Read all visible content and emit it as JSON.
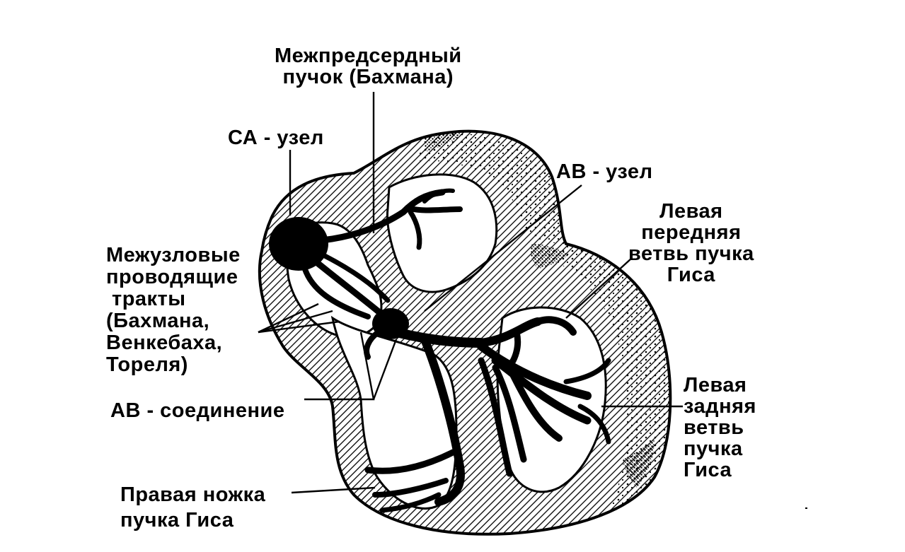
{
  "diagram": {
    "labels": {
      "bachmann_bundle": [
        "Межпредсердный",
        "пучок (Бахмана)"
      ],
      "sa_node": [
        "СА - узел"
      ],
      "av_node": [
        "АВ - узел"
      ],
      "left_anterior": [
        "Левая",
        "передняя",
        "ветвь пучка",
        "Гиса"
      ],
      "internodal": [
        "Межузловые",
        "проводящие",
        "тракты",
        "(Бахмана,",
        "Венкебаха,",
        "Тореля)"
      ],
      "av_junction": [
        "АВ - соединение"
      ],
      "left_posterior": [
        "Левая",
        "задняя",
        "ветвь",
        "пучка",
        "Гиса"
      ],
      "right_bundle": [
        "Правая ножка",
        "пучка Гиса"
      ]
    }
  }
}
